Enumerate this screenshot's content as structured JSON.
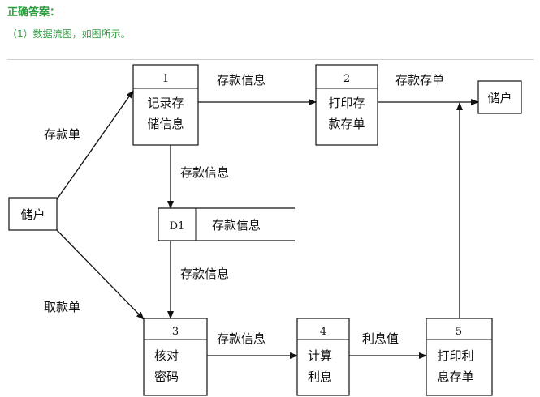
{
  "header": {
    "title": "正确答案：",
    "line1": "（1）数据流图，如图所示。"
  },
  "diagram": {
    "entities": [
      {
        "id": "entity-left",
        "label": "储户"
      },
      {
        "id": "entity-right",
        "label": "储户"
      }
    ],
    "processes": [
      {
        "number": "1",
        "line1": "记录存",
        "line2": "储信息"
      },
      {
        "number": "2",
        "line1": "打印存",
        "line2": "款存单"
      },
      {
        "number": "3",
        "line1": "核对",
        "line2": "密码"
      },
      {
        "number": "4",
        "line1": "计算",
        "line2": "利息"
      },
      {
        "number": "5",
        "line1": "打印利",
        "line2": "息存单"
      }
    ],
    "datastore": {
      "id": "D1",
      "label": "存款信息"
    },
    "flows": [
      {
        "label": "存款单"
      },
      {
        "label": "取款单"
      },
      {
        "label": "存款信息"
      },
      {
        "label": "存款存单"
      },
      {
        "label": "存款信息"
      },
      {
        "label": "存款信息"
      },
      {
        "label": "存款信息"
      },
      {
        "label": "利息值"
      }
    ]
  }
}
